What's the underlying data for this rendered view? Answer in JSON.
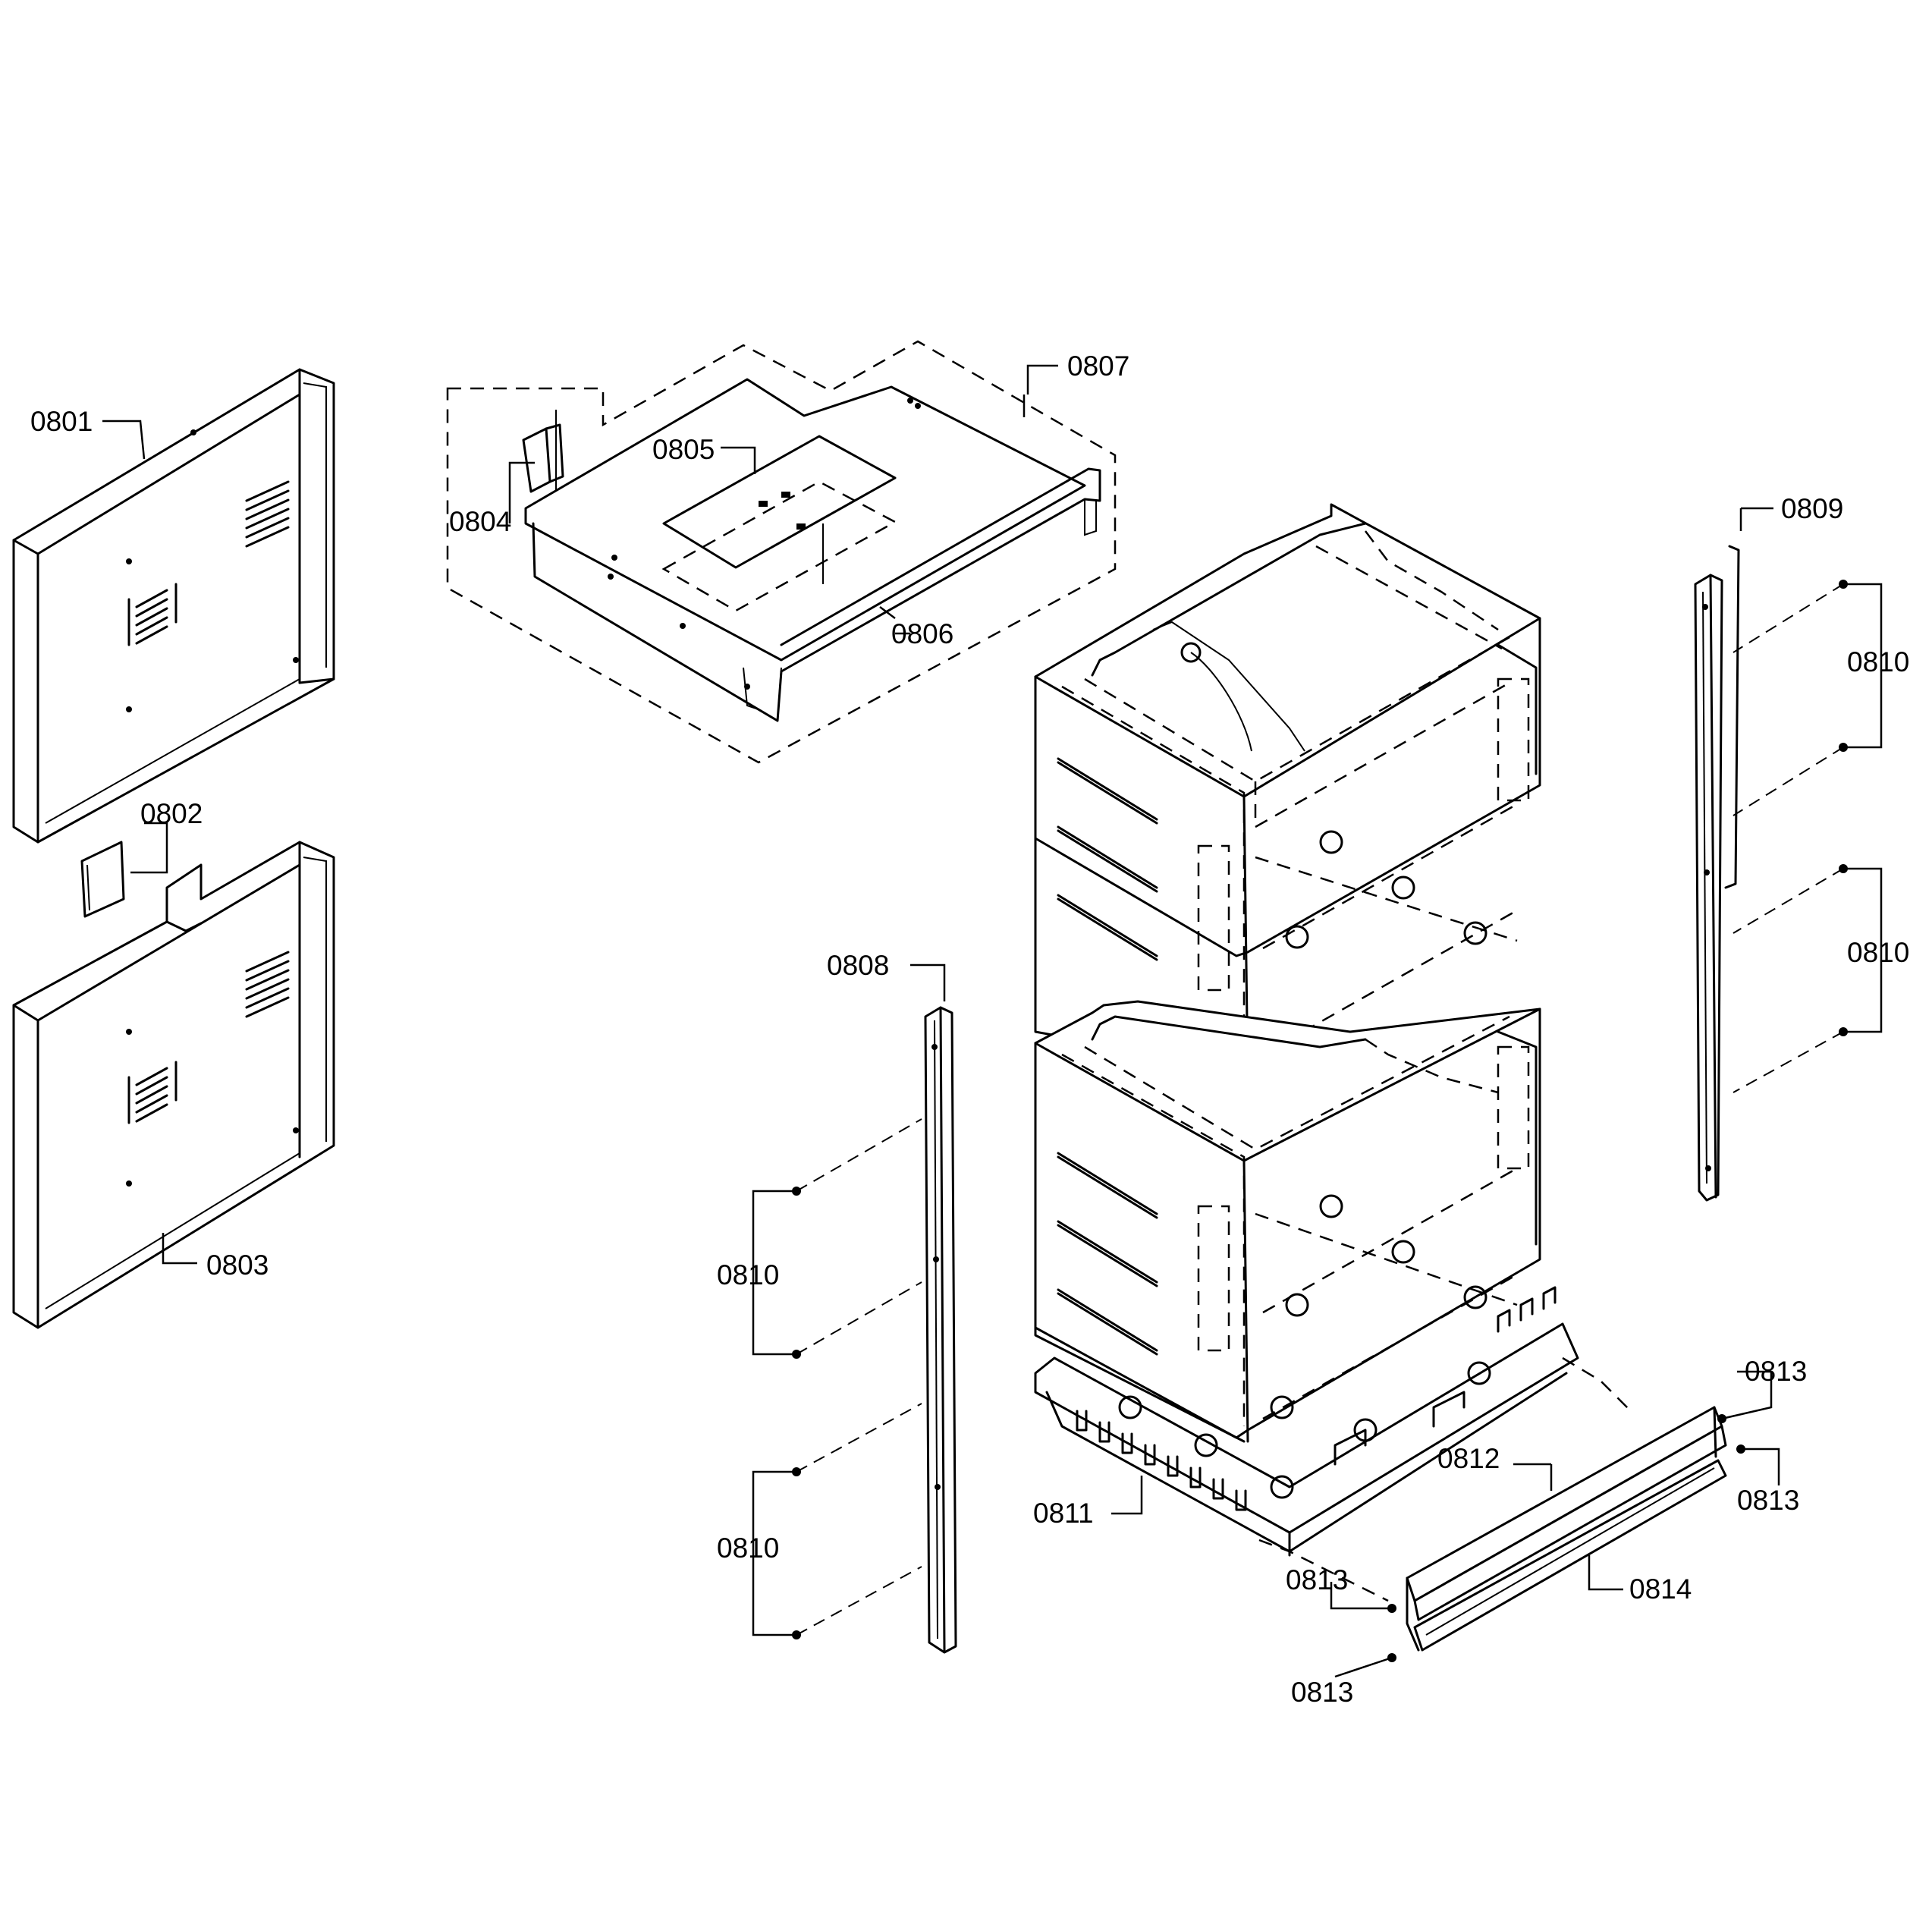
{
  "diagram": {
    "labels": {
      "p0801": "0801",
      "p0802": "0802",
      "p0803": "0803",
      "p0804": "0804",
      "p0805": "0805",
      "p0806": "0806",
      "p0807": "0807",
      "p0808": "0808",
      "p0809": "0809",
      "p0810_r1": "0810",
      "p0810_r2": "0810",
      "p0810_l1": "0810",
      "p0810_l2": "0810",
      "p0811": "0811",
      "p0812": "0812",
      "p0813_a": "0813",
      "p0813_b": "0813",
      "p0813_c": "0813",
      "p0813_d": "0813",
      "p0814": "0814"
    }
  }
}
